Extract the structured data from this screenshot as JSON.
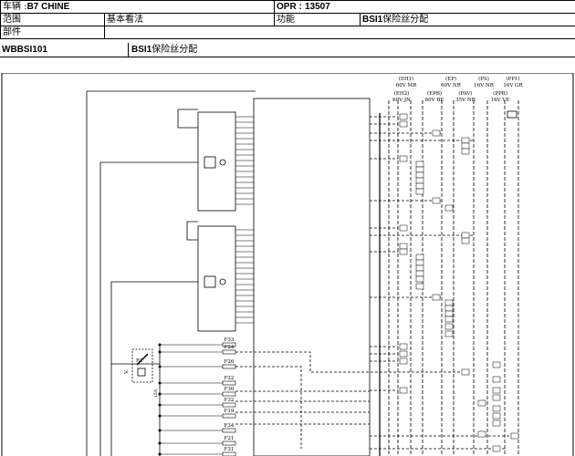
{
  "header": {
    "vehicle_label": "车辆 :",
    "vehicle_value": "B7 CHINE",
    "opr_label": "OPR :",
    "opr_value": "13507",
    "scope_label": "范围",
    "scope_value": "基本看法",
    "function_label": "功能",
    "function_code": "BSI1",
    "function_text": "保险丝分配",
    "part_label": "部件"
  },
  "reference": {
    "code": "WBBSI101",
    "title_code": "BSI1",
    "title_text": "保险丝分配"
  },
  "diagram": {
    "col_labels_top": [
      {
        "code": "(EH1)",
        "desc": "60V MR"
      },
      {
        "code": "(EP)",
        "desc": "60V NR"
      },
      {
        "code": "(PS)",
        "desc": "16V NR"
      },
      {
        "code": "(PP1)",
        "desc": "16V GR"
      }
    ],
    "col_labels_bottom": [
      {
        "code": "(EH2)",
        "desc": "60V JN"
      },
      {
        "code": "(EPB)",
        "desc": "60V BE"
      },
      {
        "code": "(PAV)",
        "desc": "35V NR"
      },
      {
        "code": "(PPB)",
        "desc": "16V VE"
      }
    ],
    "fuses": [
      "F33",
      "F24",
      "F26",
      "F22",
      "F30",
      "F32",
      "F19",
      "F34",
      "F21",
      "F31"
    ],
    "relay_label": "R1",
    "side_label": "V.",
    "wire_label": "15A"
  }
}
